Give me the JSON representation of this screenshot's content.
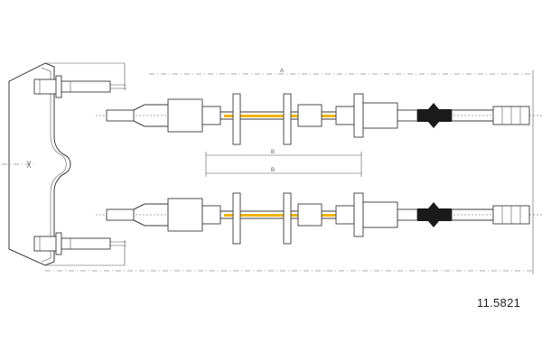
{
  "part_number": "11.5821",
  "dimensions": {
    "a": "A",
    "b": "B"
  },
  "colors": {
    "accent": "#f0b400",
    "line": "#3a3a3a",
    "outline": "#555555",
    "sleeve": "#1a1a1a"
  }
}
